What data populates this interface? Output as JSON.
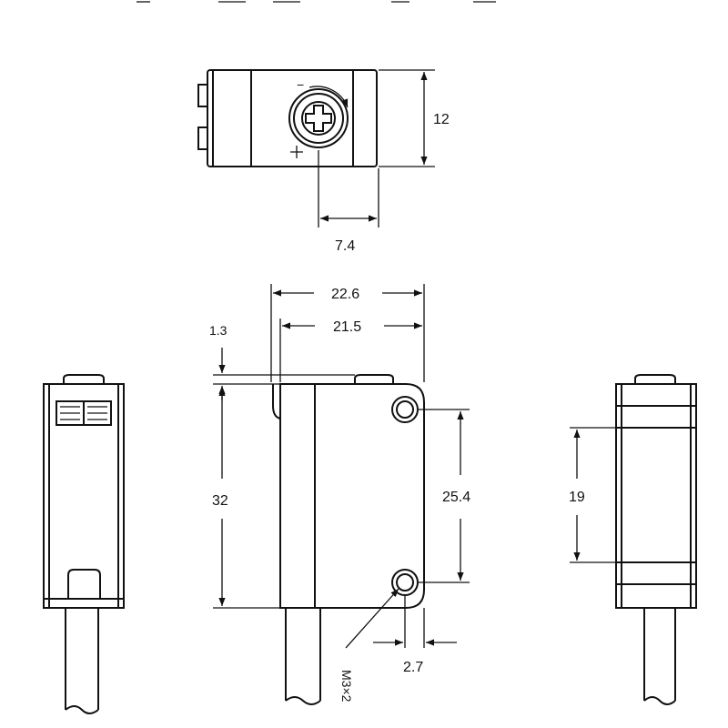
{
  "dimensions": {
    "top_height": "12",
    "knob_offset": "7.4",
    "width_overall": "22.6",
    "width_body": "21.5",
    "lip_height": "1.3",
    "body_height": "32",
    "hole_spacing": "25.4",
    "hole_edge": "2.7",
    "lens_height": "19"
  },
  "labels": {
    "hole_callout": "M3×2",
    "knob_minus": "−",
    "knob_plus": "+"
  },
  "colors": {
    "line": "#111111",
    "background": "#ffffff"
  }
}
